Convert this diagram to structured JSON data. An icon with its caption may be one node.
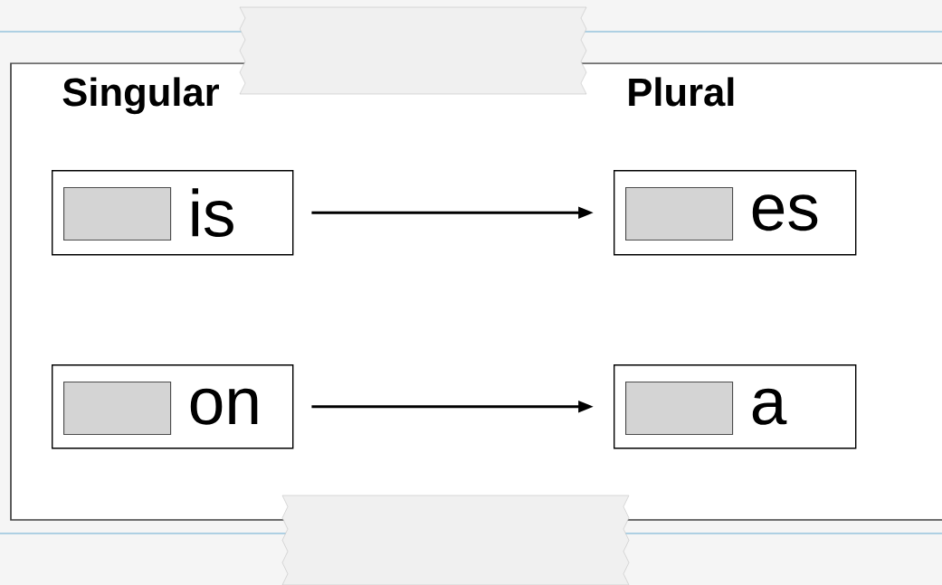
{
  "diagram": {
    "nodes": [
      {
        "text": [
          "is"
        ]
      },
      {
        "text": [],
        "shape": "box",
        "in": 0
      },
      {
        "text": [
          "es"
        ]
      },
      {
        "text": [],
        "shape": "box",
        "in": 2
      },
      {
        "text": [
          "on"
        ]
      },
      {
        "text": [],
        "shape": "box",
        "in": 4
      },
      {
        "text": [
          "a"
        ]
      },
      {
        "text": [],
        "shape": "box",
        "in": 6
      }
    ],
    "edges": [
      {
        "from": 0,
        "to": 2,
        "arrow": "to"
      },
      {
        "from": 4,
        "to": 6,
        "arrow": "to"
      }
    ],
    "labels": [
      "Singular",
      "Plural"
    ]
  }
}
